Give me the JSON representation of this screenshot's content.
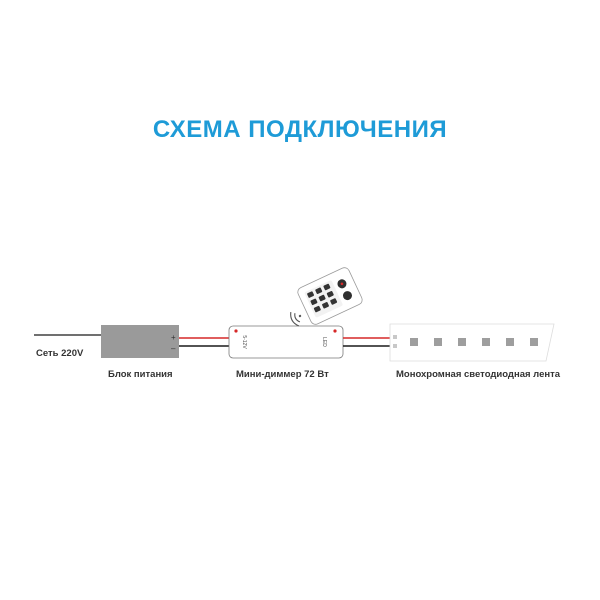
{
  "title": "СХЕМА ПОДКЛЮЧЕНИЯ",
  "colors": {
    "title": "#1e9bd7",
    "wire_red": "#d62828",
    "wire_black": "#1a1a1a",
    "psu": "#9a9a9a",
    "strip_led": "#9e9e9e"
  },
  "labels": {
    "mains": "Сеть 220V",
    "power_supply": "Блок питания",
    "dimmer": "Мини-диммер 72 Вт",
    "led_strip": "Монохромная светодиодная лента"
  },
  "power_supply": {
    "plus": "+",
    "minus": "–"
  },
  "dimmer": {
    "input_marking": "5-12V",
    "output_marking": "LED"
  },
  "remote": {
    "icon": "remote-control-icon",
    "signal_icon": "wireless-signal-icon"
  }
}
